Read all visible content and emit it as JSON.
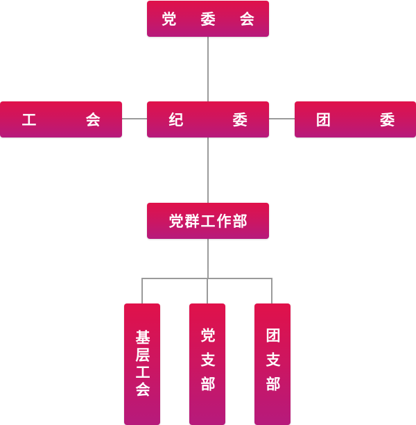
{
  "nodes": {
    "party_committee": "党 委 会",
    "discipline_committee": "纪 委",
    "trade_union": "工 会",
    "youth_league_committee": "团 委",
    "party_mass_dept": "党群工作部",
    "grassroots_union": "基层工会",
    "party_branch": "党支部",
    "league_branch": "团支部"
  },
  "colors": {
    "box_gradient_top": "#e0114a",
    "box_gradient_bottom": "#b61a7c",
    "connector": "#9a9a9a",
    "text": "#ffffff"
  }
}
